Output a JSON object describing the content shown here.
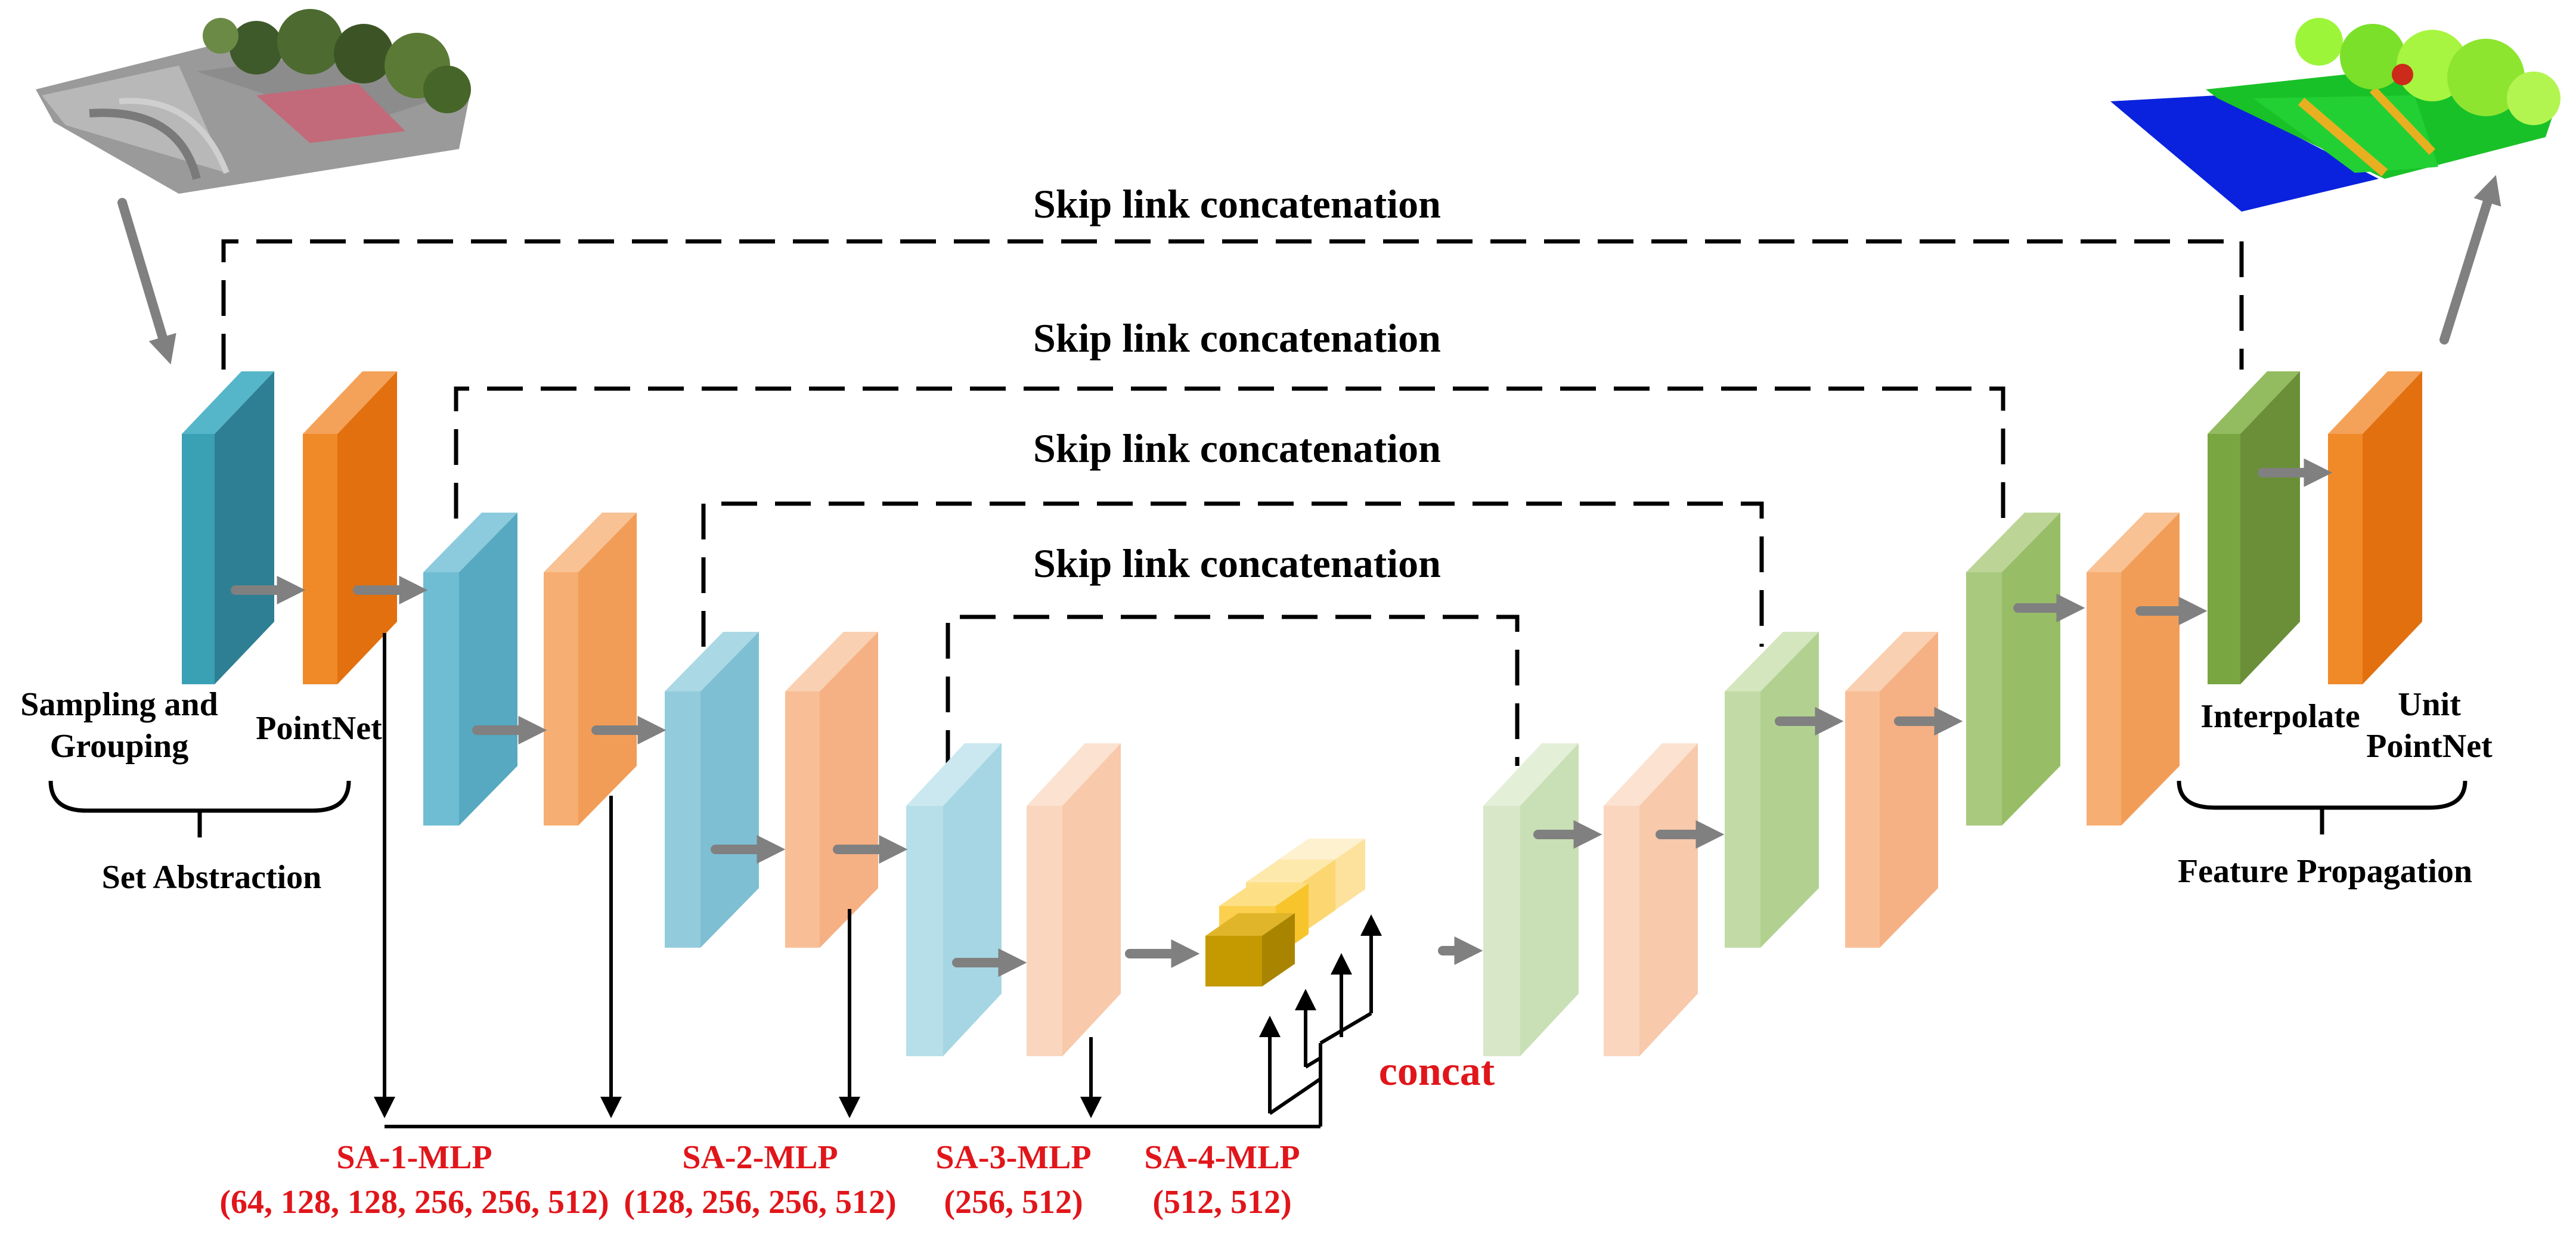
{
  "skip_labels": [
    "Skip link concatenation",
    "Skip link concatenation",
    "Skip link concatenation",
    "Skip link concatenation"
  ],
  "left_stage": {
    "sampling_line1": "Sampling and",
    "sampling_line2": "Grouping",
    "pointnet": "PointNet",
    "group": "Set Abstraction"
  },
  "right_stage": {
    "interpolate": "Interpolate",
    "unit_line1": "Unit",
    "unit_line2": "PointNet",
    "group": "Feature Propagation"
  },
  "concat_label": "concat",
  "mlp_labels": [
    {
      "name": "SA-1-MLP",
      "dims": "(64, 128, 128, 256, 256, 512)"
    },
    {
      "name": "SA-2-MLP",
      "dims": "(128, 256, 256, 512)"
    },
    {
      "name": "SA-3-MLP",
      "dims": "(256, 512)"
    },
    {
      "name": "SA-4-MLP",
      "dims": "(512, 512)"
    }
  ],
  "colors": {
    "teal": "#2e7f93",
    "orange": "#e2700f",
    "green": "#7aa642",
    "label_red": "#e0161b",
    "arrow_gray": "#808080",
    "gold": "#c49a00"
  }
}
